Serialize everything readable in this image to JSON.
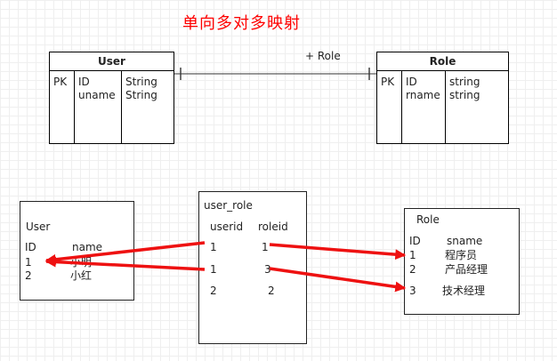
{
  "title": "单向多对多映射",
  "relation_label": "+ Role",
  "user_entity": {
    "name": "User",
    "col1": [
      "PK"
    ],
    "col2": [
      "ID",
      "uname"
    ],
    "col3": [
      "String",
      "String"
    ]
  },
  "role_entity": {
    "name": "Role",
    "col1": [
      "PK"
    ],
    "col2": [
      "ID",
      "rname"
    ],
    "col3": [
      "string",
      "string"
    ]
  },
  "user_table": {
    "name": "User",
    "headers": [
      "ID",
      "name"
    ],
    "rows": [
      [
        "1",
        "小明"
      ],
      [
        "2",
        "小红"
      ]
    ]
  },
  "user_role_table": {
    "name": "user_role",
    "headers": [
      "userid",
      "roleid"
    ],
    "rows": [
      [
        "1",
        "1"
      ],
      [
        "1",
        "3"
      ],
      [
        "2",
        "2"
      ]
    ]
  },
  "role_table": {
    "name": "Role",
    "headers": [
      "ID",
      "sname"
    ],
    "rows": [
      [
        "1",
        "程序员"
      ],
      [
        "2",
        "产品经理"
      ],
      [
        "3",
        "技术经理"
      ]
    ]
  },
  "colors": {
    "title": "#ff0000",
    "arrow": "#ee1111"
  }
}
